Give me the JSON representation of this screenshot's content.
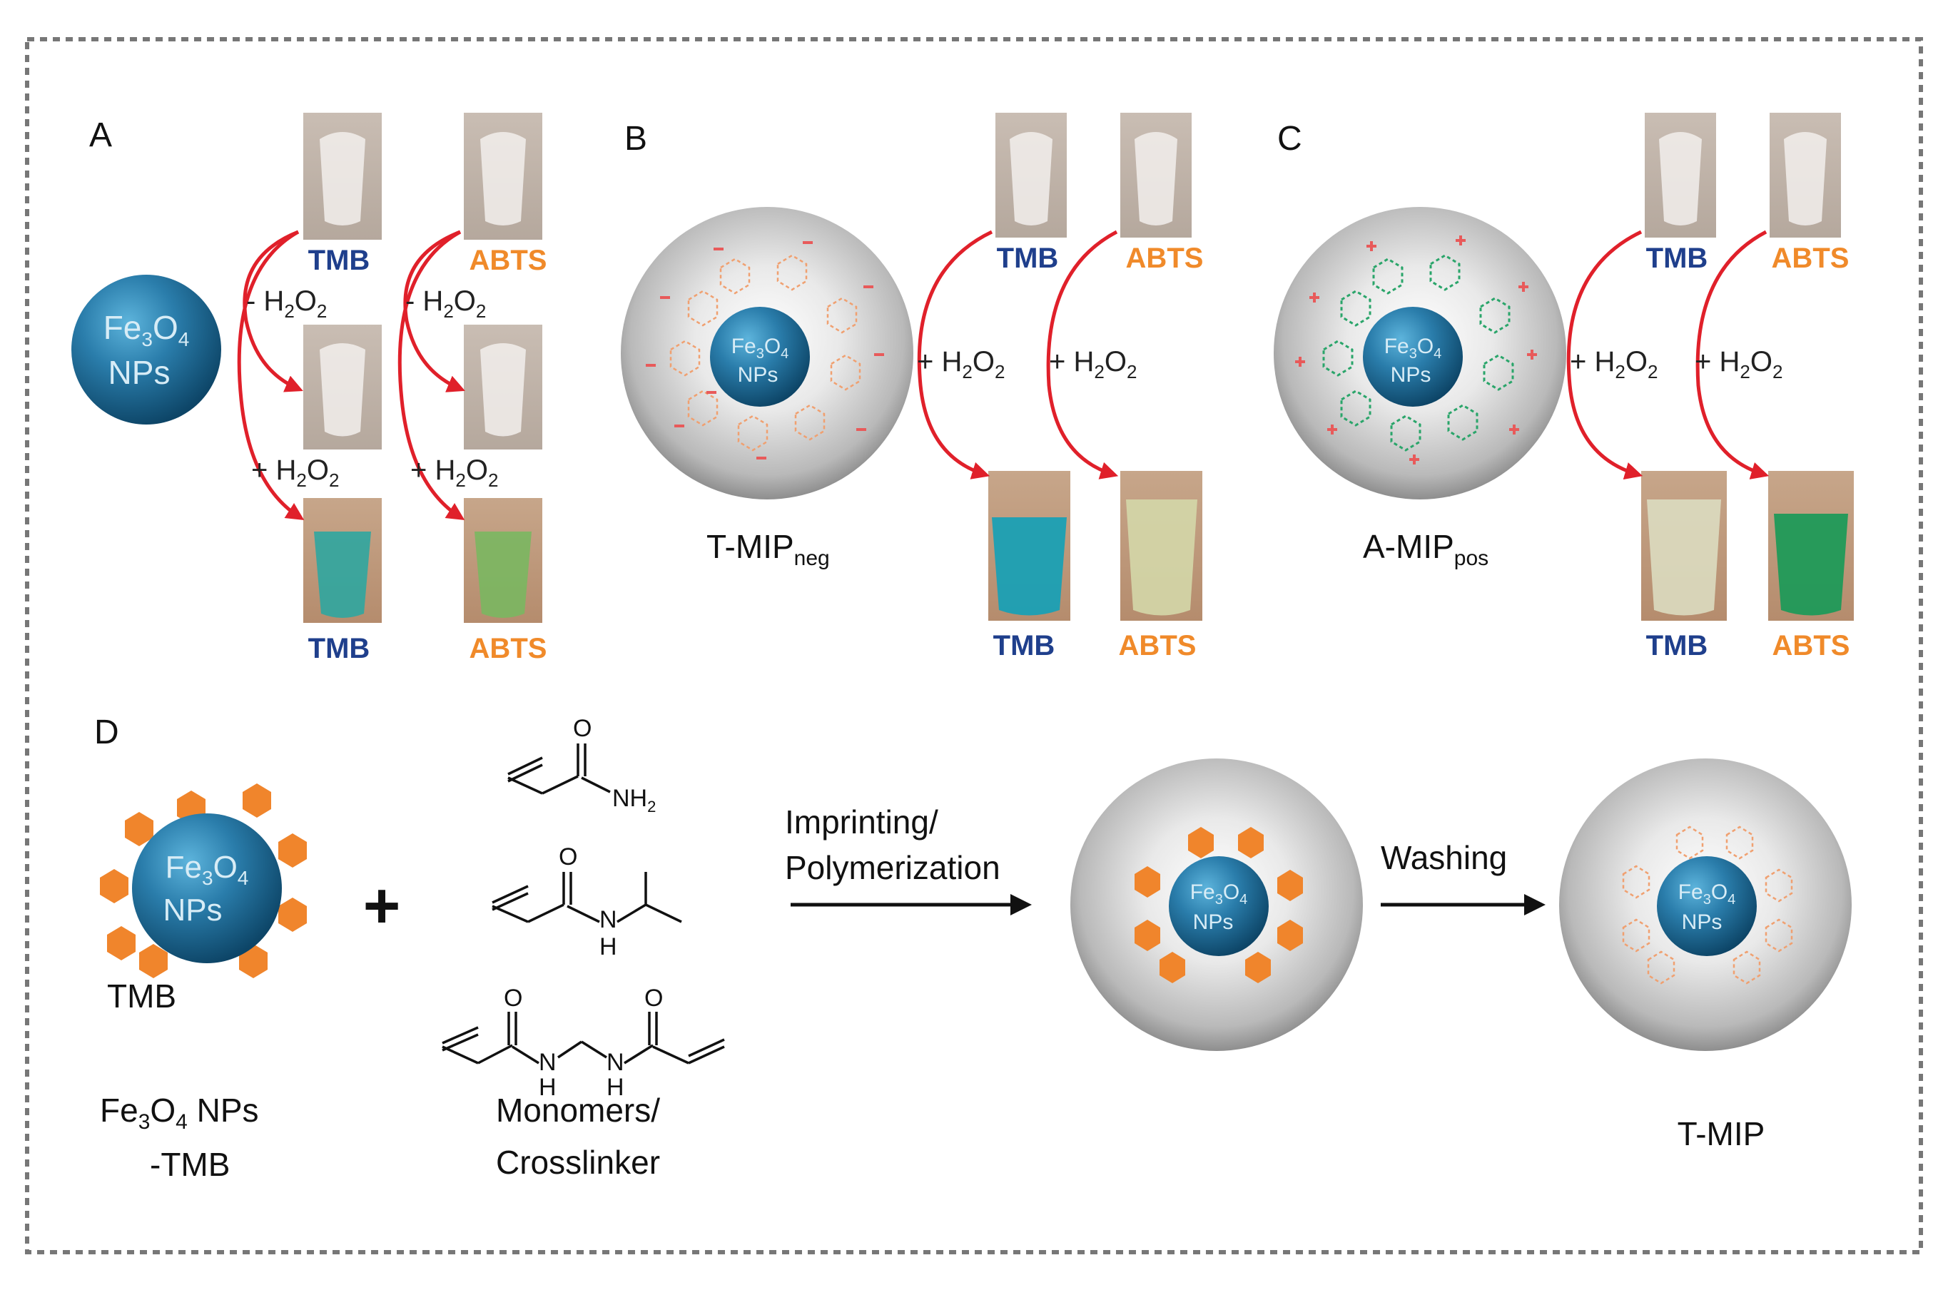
{
  "panels": {
    "a": {
      "label": "A",
      "core": {
        "line1_main": "Fe",
        "line1_sub1": "3",
        "line1_mid": "O",
        "line1_sub2": "4",
        "line2": "NPs"
      },
      "reagent_tmb": "TMB",
      "reagent_abts": "ABTS",
      "minus_h2o2": {
        "prefix": "- H",
        "sub1": "2",
        "mid": "O",
        "sub2": "2"
      },
      "plus_h2o2": {
        "prefix": "+ H",
        "sub1": "2",
        "mid": "O",
        "sub2": "2"
      }
    },
    "b": {
      "label": "B",
      "caption_main": "T-MIP",
      "caption_sub": "neg",
      "core": {
        "line1_main": "Fe",
        "line1_sub1": "3",
        "line1_mid": "O",
        "line1_sub2": "4",
        "line2": "NPs"
      },
      "reagent_tmb": "TMB",
      "reagent_abts": "ABTS",
      "plus_h2o2": {
        "prefix": "+ H",
        "sub1": "2",
        "mid": "O",
        "sub2": "2"
      }
    },
    "c": {
      "label": "C",
      "caption_main": "A-MIP",
      "caption_sub": "pos",
      "core": {
        "line1_main": "Fe",
        "line1_sub1": "3",
        "line1_mid": "O",
        "line1_sub2": "4",
        "line2": "NPs"
      },
      "reagent_tmb": "TMB",
      "reagent_abts": "ABTS",
      "plus_h2o2": {
        "prefix": "+ H",
        "sub1": "2",
        "mid": "O",
        "sub2": "2"
      }
    },
    "d": {
      "label": "D",
      "core": {
        "line1_main": "Fe",
        "line1_sub1": "3",
        "line1_mid": "O",
        "line1_sub2": "4",
        "line2": "NPs"
      },
      "template_label": "TMB",
      "plus_sign": "+",
      "caption_left_main": "Fe",
      "caption_left_sub1": "3",
      "caption_left_mid": "O",
      "caption_left_sub2": "4",
      "caption_left_end": " NPs",
      "caption_left_line2": "-TMB",
      "monomer_atoms": {
        "o": "O",
        "nh2": "NH",
        "nh2_sub": "2",
        "nh": "N",
        "h": "H"
      },
      "monomers_caption_line1": "Monomers/",
      "monomers_caption_line2": "Crosslinker",
      "step1_line1": "Imprinting/",
      "step1_line2": "Polymerization",
      "step2": "Washing",
      "final_caption": "T-MIP"
    }
  },
  "colors": {
    "tmb_text": "#1f3f8c",
    "abts_text": "#f08a2a",
    "arrow": "#e0202a",
    "core": "#1f6d97",
    "template": "#f0852c",
    "minus_mark": "#e85a5a",
    "plus_mark": "#e85a5a",
    "green_template": "#2aa56a",
    "blue_solution": "#1aa0b4",
    "green_solution": "#1f9a58"
  }
}
